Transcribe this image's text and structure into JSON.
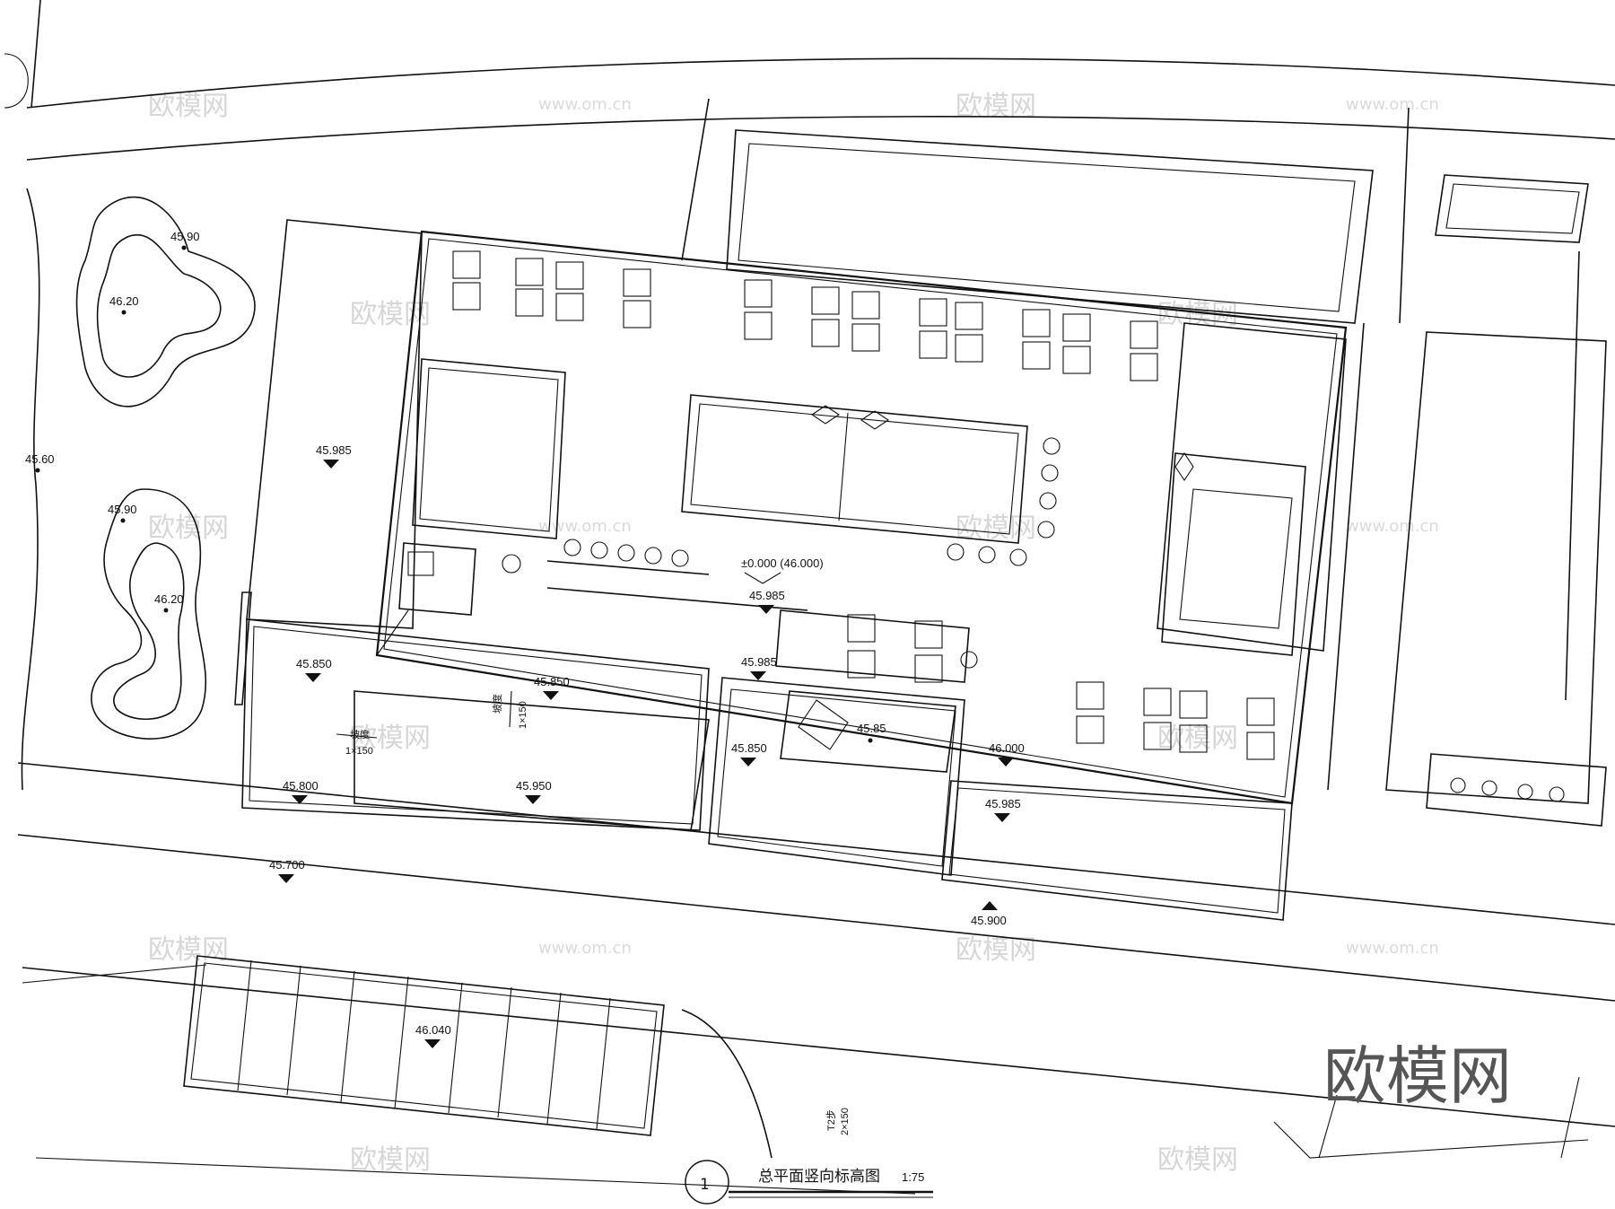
{
  "title": {
    "number": "1",
    "text": "总平面竖向标高图",
    "scale": "1:75"
  },
  "zero_level": "±0.000 (46.000)",
  "elevations": [
    "45.90",
    "46.20",
    "45.60",
    "45.90",
    "46.20",
    "45.985",
    "45.850",
    "45.850",
    "45.800",
    "45.950",
    "45.700",
    "45.985",
    "45.985",
    "45.850",
    "45.85",
    "46.000",
    "45.985",
    "45.900",
    "46.040"
  ],
  "slope_marks": [
    "坡度",
    "1×150",
    "坡度",
    "1×150"
  ],
  "step_mark": [
    "T2步",
    "2×150"
  ],
  "watermark": {
    "text": "欧模网",
    "url": "www.om.cn",
    "logo": "欧模网"
  }
}
